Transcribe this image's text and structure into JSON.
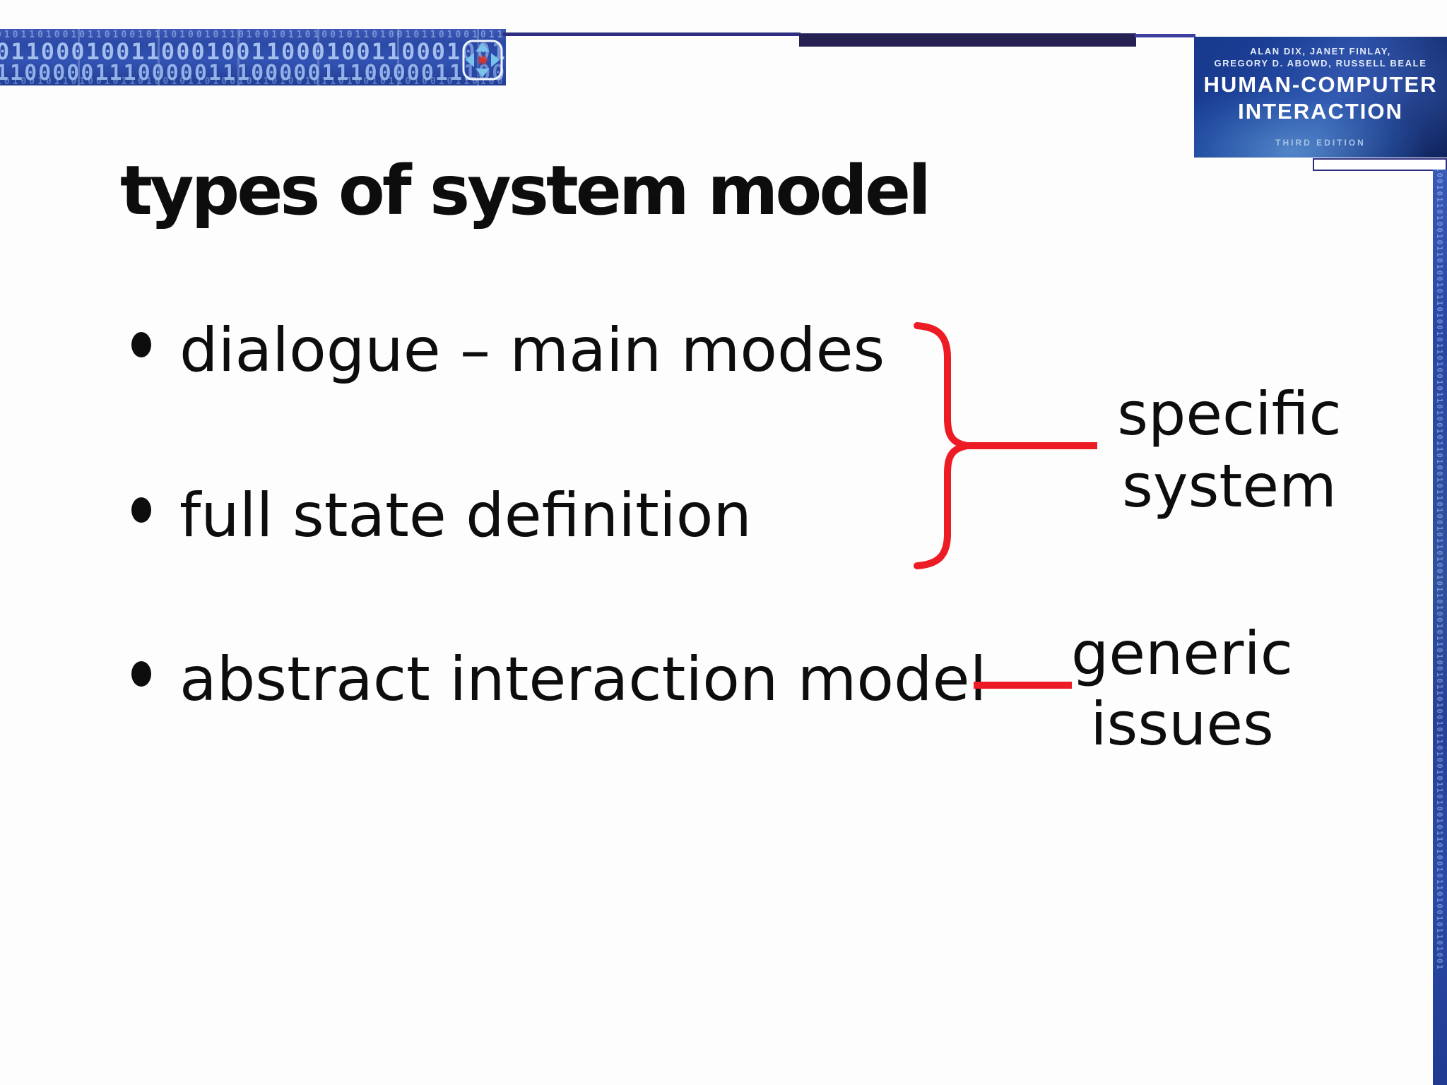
{
  "slide": {
    "title": "types of system model",
    "bullets": [
      {
        "label": "dialogue – main modes"
      },
      {
        "label": "full state definition"
      },
      {
        "label": "abstract interaction model"
      }
    ],
    "annotation_specific": {
      "line1": "specific",
      "line2": "system"
    },
    "annotation_generic": {
      "line1": "generic",
      "line2": "issues"
    }
  },
  "book_cover": {
    "authors_line1": "ALAN DIX, JANET FINLAY,",
    "authors_line2": "GREGORY D. ABOWD, RUSSELL BEALE",
    "title_line1": "HUMAN-COMPUTER",
    "title_line2": "INTERACTION",
    "edition": "THIRD EDITION"
  },
  "header": {
    "binary_row_faint_top": "0101101001011010010110100101101001011010010110100101101001011010010110",
    "binary_row_1": "0110001001100010011000100110001001100010011000100110",
    "binary_row_2": "1100000111000001110000011100000111000001110000011100",
    "binary_row_faint_bottom": "1010010110100101101001011010010110100101101001011010010110100101101001",
    "side_strip_binary": "100101101001011010010110100101101001011010010110100101101001011010010110100101101001011010010110100101101001011010010110100101101001"
  },
  "icons": {
    "move_icon": "four-directional move arrows with red asterisk"
  },
  "colors": {
    "accent_red": "#ed1c24",
    "banner_blue": "#2b49a6",
    "navy_rule": "#252153",
    "cover_navy": "#1c3f96",
    "text_black": "#0d0d0d"
  }
}
